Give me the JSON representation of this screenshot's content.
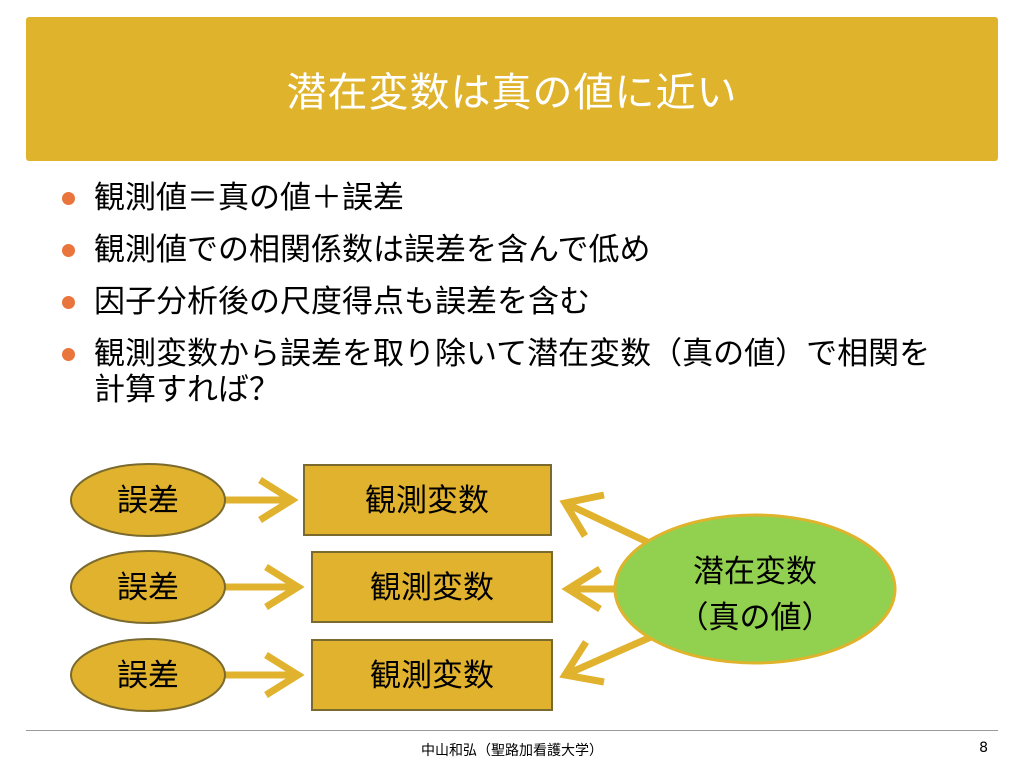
{
  "slide": {
    "title": "潜在変数は真の値に近い",
    "bullets": [
      "観測値＝真の値＋誤差",
      "観測値での相関係数は誤差を含んで低め",
      "因子分析後の尺度得点も誤差を含む",
      "観測変数から誤差を取り除いて潜在変数（真の値）で相関を計算すれば？"
    ],
    "diagram": {
      "error_label": "誤差",
      "observed_label": "観測変数",
      "latent_line1": "潜在変数",
      "latent_line2": "（真の値）"
    },
    "footer": {
      "author": "中山和弘（聖路加看護大学）",
      "page_number": "8"
    }
  },
  "colors": {
    "title_band": "#dfb32c",
    "title_text": "#ffffff",
    "bullet_dot": "#e9743c",
    "box_fill": "#e0b22d",
    "box_stroke": "#7a6a2e",
    "latent_fill": "#92d050",
    "latent_stroke": "#dfb32c",
    "arrow": "#e0b22d"
  }
}
